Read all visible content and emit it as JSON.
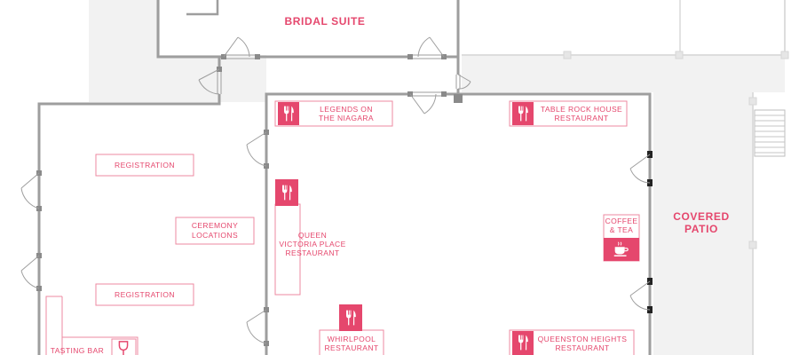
{
  "colors": {
    "accent": "#e5476d",
    "wall": "#9e9e9e",
    "outdoor_floor": "#f2f2f2"
  },
  "rooms": {
    "bridal_suite": "BRIDAL SUITE",
    "covered_patio": [
      "COVERED",
      "PATIO"
    ]
  },
  "stations": {
    "legends": [
      "LEGENDS ON",
      "THE NIAGARA"
    ],
    "table_rock": [
      "TABLE ROCK HOUSE",
      "RESTAURANT"
    ],
    "queen_victoria": [
      "QUEEN",
      "VICTORIA PLACE",
      "RESTAURANT"
    ],
    "coffee_tea": [
      "COFFEE",
      "& TEA"
    ],
    "whirlpool": [
      "WHIRLPOOL",
      "RESTAURANT"
    ],
    "queenston": [
      "QUEENSTON HEIGHTS",
      "RESTAURANT"
    ],
    "registration_top": "REGISTRATION",
    "ceremony": [
      "CEREMONY",
      "LOCATIONS"
    ],
    "registration_bottom": "REGISTRATION",
    "tasting_bar": "TASTING BAR"
  },
  "icons": {
    "restaurant": "fork-knife-icon",
    "coffee": "coffee-cup-icon",
    "wine": "wine-glass-icon"
  }
}
